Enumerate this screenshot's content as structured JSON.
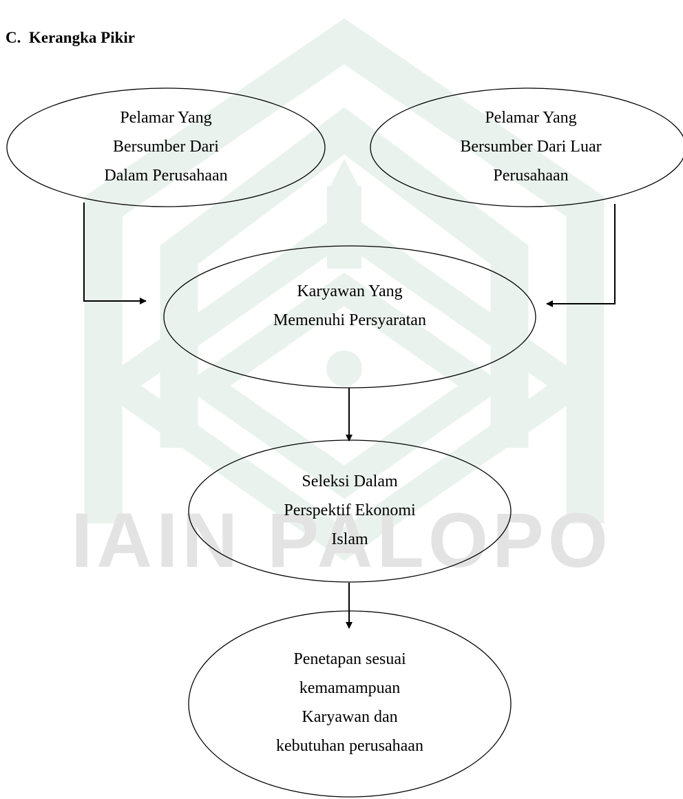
{
  "heading": {
    "number": "C.",
    "title": "Kerangka Pikir"
  },
  "watermark": {
    "text": "IAIN PALOPO",
    "color": "#e3e3e3",
    "emblem_color": "#eaf2ee"
  },
  "nodes": [
    {
      "id": "internal-applicants",
      "lines": [
        "Pelamar Yang",
        "Bersumber Dari",
        "Dalam Perusahaan"
      ]
    },
    {
      "id": "external-applicants",
      "lines": [
        "Pelamar Yang",
        "Bersumber Dari Luar",
        "Perusahaan"
      ]
    },
    {
      "id": "qualified-employees",
      "lines": [
        "Karyawan Yang",
        "Memenuhi Persyaratan"
      ]
    },
    {
      "id": "islamic-selection",
      "lines": [
        "Seleksi Dalam",
        "Perspektif Ekonomi",
        "Islam"
      ]
    },
    {
      "id": "placement",
      "lines": [
        "Penetapan sesuai",
        "kemamampuan",
        "Karyawan dan",
        "kebutuhan perusahaan"
      ]
    }
  ],
  "edges": [
    {
      "from": "internal-applicants",
      "to": "qualified-employees"
    },
    {
      "from": "external-applicants",
      "to": "qualified-employees"
    },
    {
      "from": "qualified-employees",
      "to": "islamic-selection"
    },
    {
      "from": "islamic-selection",
      "to": "placement"
    }
  ]
}
